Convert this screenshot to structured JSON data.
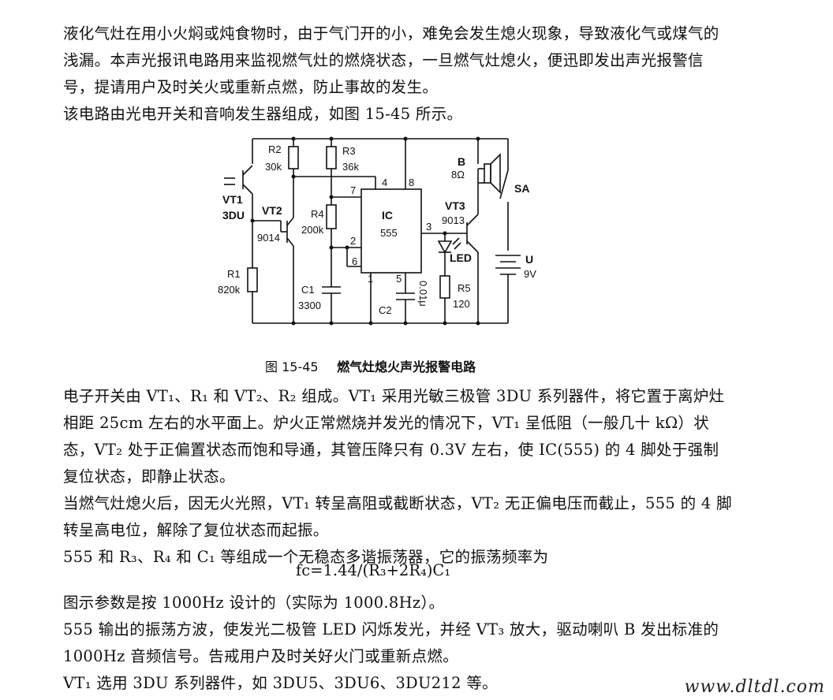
{
  "para1": "液化气灶在用小火焖或炖食物时，由于气门开的小，难免会发生熄火现象，导致液化气或煤气的浅漏。本声光报讯电路用来监视燃气灶的燃烧状态，一旦燃气灶熄火，便迅即发出声光报警信号，提请用户及时关火或重新点燃，防止事故的发生。",
  "para2": "该电路由光电开关和音响发生器组成，如图 15-45 所示。",
  "figure": {
    "number": "图 15-45",
    "title": "燃气灶熄火声光报警电路",
    "labels": {
      "R2": "R2",
      "R2_val": "30k",
      "R3": "R3",
      "R3_val": "36k",
      "R4": "R4",
      "R4_val": "200k",
      "R1": "R1",
      "R1_val": "820k",
      "R5": "R5",
      "R5_val": "120",
      "C1": "C1",
      "C1_val": "3300",
      "C2": "C2",
      "C2_val": "0.01μ",
      "VT1": "VT1",
      "VT1_type": "3DU",
      "VT2": "VT2",
      "VT2_type": "9014",
      "VT3": "VT3",
      "VT3_type": "9013",
      "IC": "IC",
      "IC_type": "555",
      "B": "B",
      "B_val": "8Ω",
      "SA": "SA",
      "U": "U",
      "U_val": "9V",
      "LED": "LED",
      "pin4": "4",
      "pin8": "8",
      "pin7": "7",
      "pin2": "2",
      "pin6": "6",
      "pin1": "1",
      "pin5": "5",
      "pin3": "3"
    }
  },
  "para3": "电子开关由 VT₁、R₁ 和 VT₂、R₂ 组成。VT₁ 采用光敏三极管 3DU 系列器件，将它置于离炉灶相距 25cm 左右的水平面上。炉火正常燃烧并发光的情况下，VT₁ 呈低阻（一般几十 kΩ）状态，VT₂ 处于正偏置状态而饱和导通，其管压降只有 0.3V 左右，使 IC(555) 的 4 脚处于强制复位状态，即静止状态。",
  "para4": "当燃气灶熄火后，因无火光照，VT₁ 转呈高阻或截断状态，VT₂ 无正偏电压而截止，555 的 4 脚转呈高电位，解除了复位状态而起振。",
  "para5": "555 和 R₃、R₄ 和 C₁ 等组成一个无稳态多谐振荡器，它的振荡频率为",
  "formula": "fc=1.44/(R₃+2R₄)C₁",
  "para6": "图示参数是按 1000Hz 设计的（实际为 1000.8Hz）。",
  "para7": "555 输出的振荡方波，使发光二极管 LED 闪烁发光，并经 VT₃ 放大，驱动喇叭 B 发出标准的 1000Hz 音频信号。告戒用户及时关好火门或重新点燃。",
  "para8": "VT₁ 选用 3DU 系列器件，如 3DU5、3DU6、3DU212 等。",
  "watermark": "www.dltdl.com"
}
